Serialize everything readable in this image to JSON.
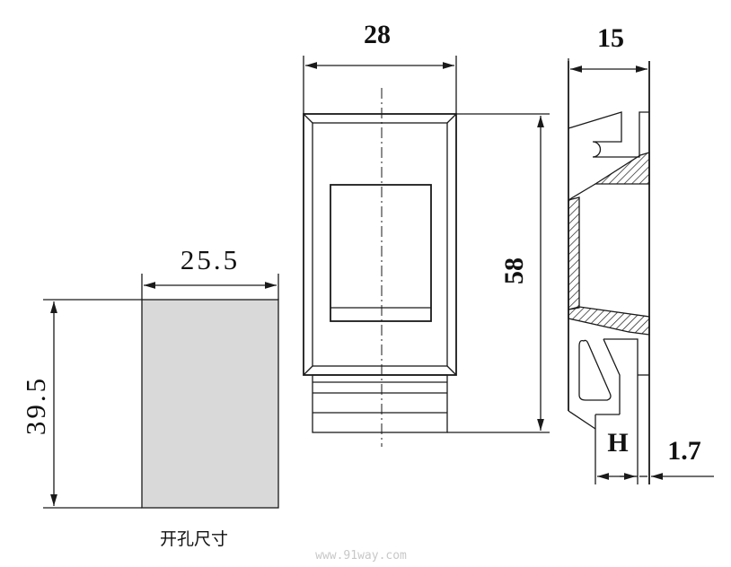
{
  "title": "开关尺寸图",
  "dimensions": {
    "front_width": "28",
    "front_height": "58",
    "side_depth": "15",
    "cutout_width": "25.5",
    "cutout_height": "39.5",
    "panel_thickness_label": "H",
    "bezel_thickness": "1.7"
  },
  "cutout_caption": "开孔尺寸",
  "watermark": "www.91way.com",
  "colors": {
    "cutout_fill": "#d9d9d9",
    "line": "#1a1a1a"
  }
}
